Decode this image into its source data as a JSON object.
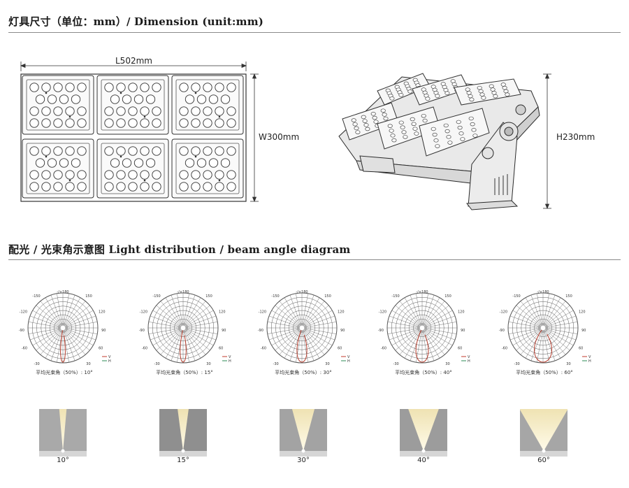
{
  "headings": {
    "dimension": "灯具尺寸（单位：mm）/ Dimension (unit:mm)",
    "light": "配光 / 光束角示意图   Light distribution / beam angle diagram"
  },
  "dimensions": {
    "length": "L502mm",
    "width": "W300mm",
    "height": "H230mm"
  },
  "polar_tick_labels": {
    "top": "-/+180",
    "upper_left": "-150",
    "upper_right": "150",
    "mid_upper_left": "-120",
    "mid_upper_right": "120",
    "left": "-90",
    "right": "90",
    "mid_lower_left": "-60",
    "mid_lower_right": "60",
    "lower_left": "-30",
    "lower_right": "30",
    "legend_v": "V",
    "legend_h": "H"
  },
  "colors": {
    "curve": "#b33a2a",
    "legend_v": "#c0392b",
    "legend_h": "#2e8b57",
    "beam_light": "#f3e6b4"
  },
  "polar_diagrams": [
    {
      "caption": "平均光束角（50%）: 10°",
      "angle": 10
    },
    {
      "caption": "平均光束角（50%）: 15°",
      "angle": 15
    },
    {
      "caption": "平均光束角（50%）: 30°",
      "angle": 30
    },
    {
      "caption": "平均光束角（50%）: 40°",
      "angle": 40
    },
    {
      "caption": "平均光束角（50%）: 60°",
      "angle": 60
    }
  ],
  "beams": [
    {
      "label": "10°",
      "angle": 10,
      "bg": "#a9a9a9"
    },
    {
      "label": "15°",
      "angle": 15,
      "bg": "#8f8f8f"
    },
    {
      "label": "30°",
      "angle": 30,
      "bg": "#a3a3a3"
    },
    {
      "label": "40°",
      "angle": 40,
      "bg": "#9c9c9c"
    },
    {
      "label": "60°",
      "angle": 60,
      "bg": "#a6a6a6"
    }
  ]
}
